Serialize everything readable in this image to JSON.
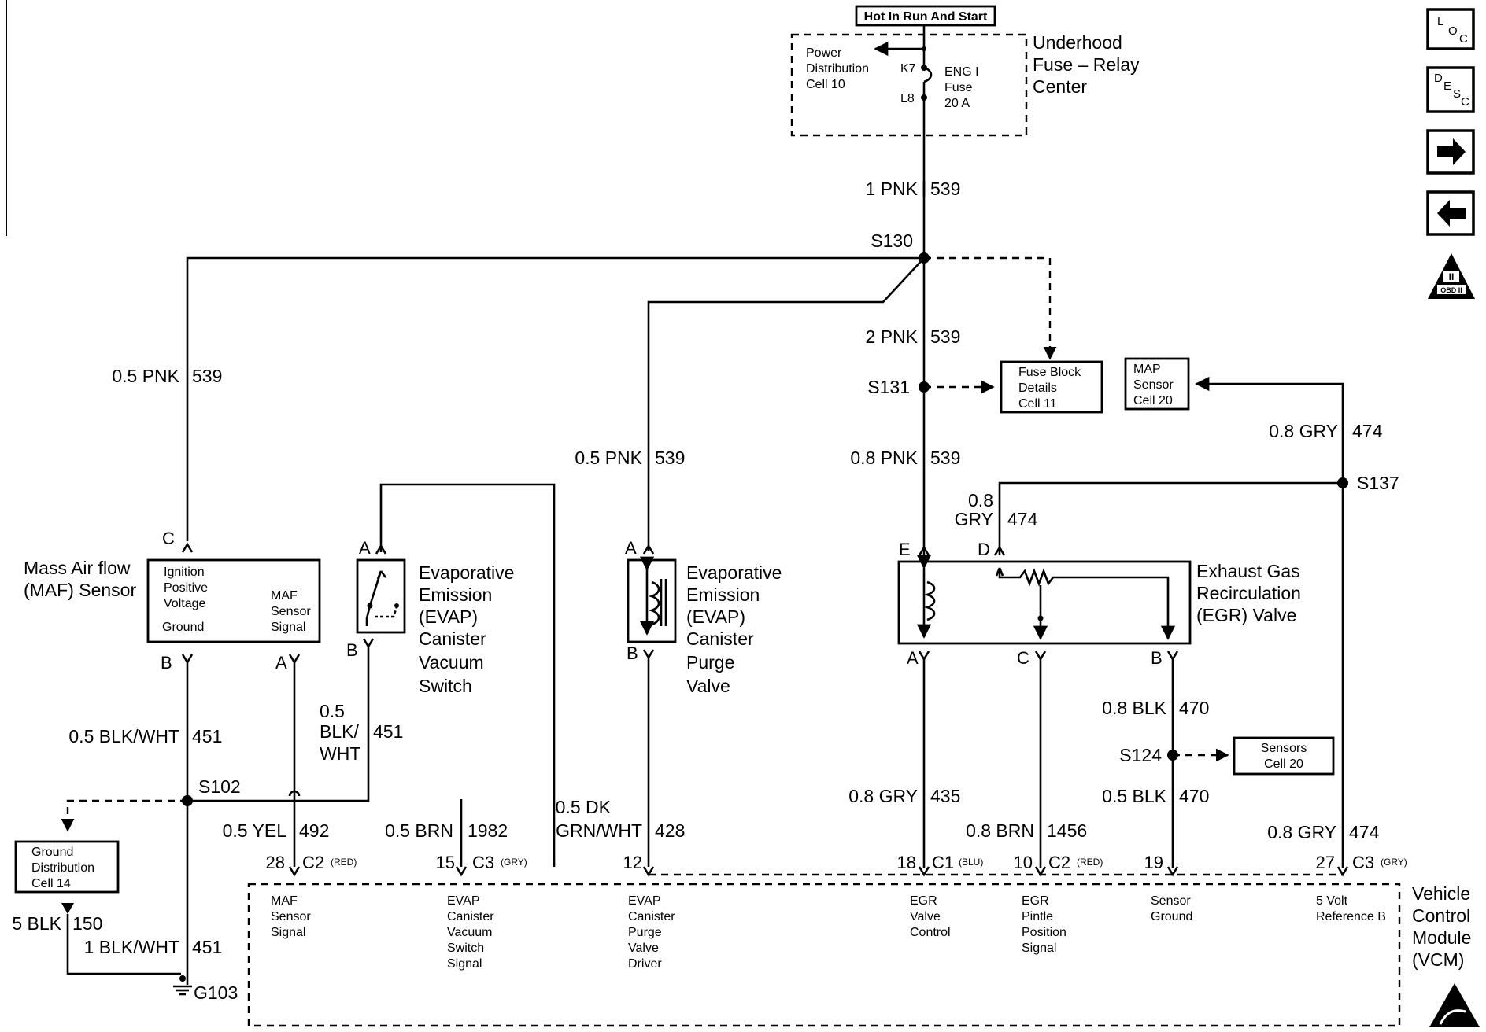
{
  "hot_label": "Hot In Run And Start",
  "fuse_center": {
    "title_lines": [
      "Underhood",
      "Fuse – Relay",
      "Center"
    ],
    "pdc_lines": [
      "Power",
      "Distribution",
      "Cell 10"
    ],
    "k7": "K7",
    "l8": "L8",
    "fuse_lines": [
      "ENG I",
      "Fuse",
      "20 A"
    ]
  },
  "splices": {
    "s130": "S130",
    "s131": "S131",
    "s137": "S137",
    "s102": "S102",
    "s124": "S124",
    "g103": "G103"
  },
  "refs": {
    "fuse_block": [
      "Fuse Block",
      "Details",
      "Cell 11"
    ],
    "map_sensor": [
      "MAP",
      "Sensor",
      "Cell 20"
    ],
    "sensors": [
      "Sensors",
      "Cell 20"
    ],
    "ground_dist": [
      "Ground",
      "Distribution",
      "Cell 14"
    ]
  },
  "wires": {
    "w1": [
      "1 PNK",
      "539"
    ],
    "w2": [
      "2 PNK",
      "539"
    ],
    "maf_pwr": [
      "0.5 PNK",
      "539"
    ],
    "purge_pwr": [
      "0.5 PNK",
      "539"
    ],
    "egr_pwr": [
      "0.8 PNK",
      "539"
    ],
    "map_gry": [
      "0.8 GRY",
      "474"
    ],
    "egr_d": [
      "0.8",
      "GRY",
      "474"
    ],
    "maf_gnd": [
      "0.5 BLK/WHT",
      "451"
    ],
    "sw_gnd": [
      "0.5",
      "BLK/",
      "WHT",
      "451"
    ],
    "maf_sig": [
      "0.5 YEL",
      "492"
    ],
    "sw_sig": [
      "0.5 BRN",
      "1982"
    ],
    "purge_drv": [
      "0.5 DK",
      "GRN/WHT",
      "428"
    ],
    "egr_ctl": [
      "0.8 GRY",
      "435"
    ],
    "pintle": [
      "0.8 BRN",
      "1456"
    ],
    "blk470a": [
      "0.8 BLK",
      "470"
    ],
    "blk470b": [
      "0.5 BLK",
      "470"
    ],
    "ref474": [
      "0.8 GRY",
      "474"
    ],
    "gnd150": [
      "5 BLK",
      "150"
    ],
    "gnd451": [
      "1 BLK/WHT",
      "451"
    ]
  },
  "components": {
    "maf": {
      "name_lines": [
        "Mass Air flow",
        "(MAF) Sensor"
      ],
      "inner_left": [
        "Ignition",
        "Positive",
        "Voltage"
      ],
      "inner_ground": "Ground",
      "inner_right": [
        "MAF",
        "Sensor",
        "Signal"
      ],
      "pin_c": "C",
      "pin_b": "B",
      "pin_a": "A"
    },
    "vac_switch": {
      "name_lines": [
        "Evaporative",
        "Emission",
        "(EVAP)",
        "Canister",
        "Vacuum",
        "Switch"
      ],
      "pin_a": "A",
      "pin_b": "B"
    },
    "purge_valve": {
      "name_lines": [
        "Evaporative",
        "Emission",
        "(EVAP)",
        "Canister",
        "Purge",
        "Valve"
      ],
      "pin_a": "A",
      "pin_b": "B"
    },
    "egr": {
      "name_lines": [
        "Exhaust Gas",
        "Recirculation",
        "(EGR) Valve"
      ],
      "pin_e": "E",
      "pin_d": "D",
      "pin_a": "A",
      "pin_c": "C",
      "pin_b": "B"
    }
  },
  "vcm": {
    "title_lines": [
      "Vehicle",
      "Control",
      "Module",
      "(VCM)"
    ],
    "pins": [
      {
        "num": "28",
        "conn": "C2",
        "color": "(RED)",
        "desc": [
          "MAF",
          "Sensor",
          "Signal"
        ]
      },
      {
        "num": "15",
        "conn": "C3",
        "color": "(GRY)",
        "desc": [
          "EVAP",
          "Canister",
          "Vacuum",
          "Switch",
          "Signal"
        ]
      },
      {
        "num": "12",
        "conn": "",
        "color": "",
        "desc": [
          "EVAP",
          "Canister",
          "Purge",
          "Valve",
          "Driver"
        ]
      },
      {
        "num": "18",
        "conn": "C1",
        "color": "(BLU)",
        "desc": [
          "EGR",
          "Valve",
          "Control"
        ]
      },
      {
        "num": "10",
        "conn": "C2",
        "color": "(RED)",
        "desc": [
          "EGR",
          "Pintle",
          "Position",
          "Signal"
        ]
      },
      {
        "num": "19",
        "conn": "",
        "color": "",
        "desc": [
          "Sensor",
          "Ground"
        ]
      },
      {
        "num": "27",
        "conn": "C3",
        "color": "(GRY)",
        "desc": [
          "5 Volt",
          "Reference B"
        ]
      }
    ]
  },
  "nav": {
    "loc_label": [
      "L",
      "O",
      "C"
    ],
    "desc_label": [
      "D",
      "E",
      "S",
      "C"
    ],
    "obd_label": "OBD II",
    "obd_numeral": "II",
    "icons": [
      "loc-icon",
      "desc-icon",
      "arrow-right-icon",
      "arrow-left-icon",
      "obd-ii-icon",
      "esd-warning-icon"
    ]
  }
}
